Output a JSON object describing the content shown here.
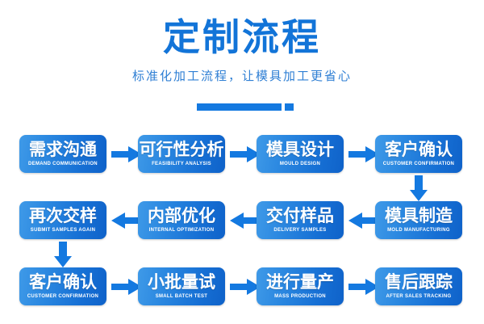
{
  "header": {
    "title": "定制流程",
    "subtitle": "标准化加工流程，让模具加工更省心",
    "accent_color": "#1479e0",
    "title_color": "#1274d8",
    "subtitle_color": "#2f7fd4"
  },
  "flow": {
    "rows": [
      {
        "direction": "right",
        "nodes": [
          {
            "cn": "需求沟通",
            "en": "DEMAND COMMUNICATION"
          },
          {
            "cn": "可行性分析",
            "en": "FEASIBILITY ANALYSIS"
          },
          {
            "cn": "模具设计",
            "en": "MOULD DESIGN"
          },
          {
            "cn": "客户确认",
            "en": "CUSTOMER CONFIRMATION"
          }
        ]
      },
      {
        "direction": "left",
        "nodes": [
          {
            "cn": "再次交样",
            "en": "SUBMIT SAMPLES AGAIN"
          },
          {
            "cn": "内部优化",
            "en": "INTERNAL OPTIMIZATION"
          },
          {
            "cn": "交付样品",
            "en": "DELIVERY SAMPLES"
          },
          {
            "cn": "模具制造",
            "en": "MOLD MANUFACTURING"
          }
        ]
      },
      {
        "direction": "right",
        "nodes": [
          {
            "cn": "客户确认",
            "en": "CUSTOMER CONFIRMATION"
          },
          {
            "cn": "小批量试",
            "en": "SMALL BATCH TEST"
          },
          {
            "cn": "进行量产",
            "en": "MASS PRODUCTION"
          },
          {
            "cn": "售后跟踪",
            "en": "AFTER SALES TRACKING"
          }
        ]
      }
    ],
    "connectors": {
      "row1_to_row2": "arrow-down-right",
      "row2_to_row3": "arrow-down-left"
    },
    "node_gradient": [
      "#3f9ae8",
      "#0f62c9"
    ],
    "arrow_color": "#1479e0"
  }
}
